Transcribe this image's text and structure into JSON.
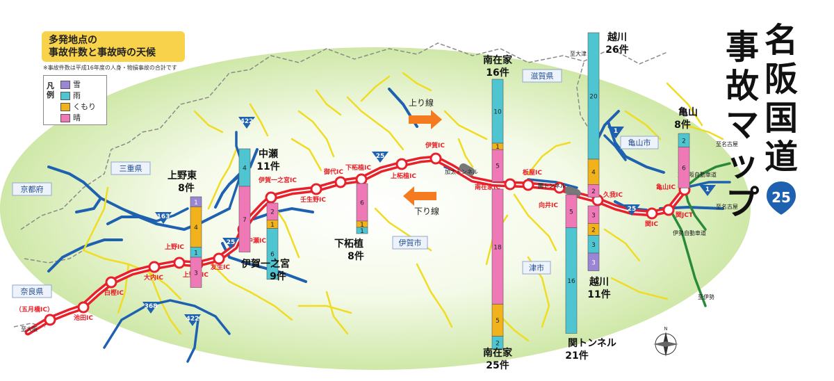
{
  "legend": {
    "title_line1": "多発地点の",
    "title_line2": "事故件数と事故時の天候",
    "note": "※事故件数は平成16年度の人身・物損事故の合計です",
    "heading": "凡例",
    "items": [
      {
        "label": "雪",
        "color": "#9a86d4"
      },
      {
        "label": "雨",
        "color": "#4ec5d0"
      },
      {
        "label": "くもり",
        "color": "#f2b21b"
      },
      {
        "label": "晴",
        "color": "#ef78b7"
      }
    ]
  },
  "title": {
    "line1": "名阪国道",
    "line2": "事故マップ",
    "route_number": "25"
  },
  "colors": {
    "snow": "#9a86d4",
    "rain": "#4ec5d0",
    "cloudy": "#f2b21b",
    "clear": "#ef78b7",
    "route": "#e8202a",
    "water": "#1e61b0",
    "road": "#f0dc22",
    "area": "#d8eeb0"
  },
  "prefectures": {
    "kyoto": "京都府",
    "mie": "三重県",
    "shiga": "滋賀県",
    "nara": "奈良県"
  },
  "cities": {
    "iga": "伊賀市",
    "tsu": "津市",
    "kameyama": "亀山市"
  },
  "directions": {
    "up": "上り線",
    "down": "下り線"
  },
  "routes": {
    "r163": "163",
    "r422_top": "422",
    "r368": "368",
    "r422_bottom": "422",
    "r25": "25",
    "r1": "1"
  },
  "interchanges": [
    {
      "name": "（五月橋IC）"
    },
    {
      "name": "池田IC"
    },
    {
      "name": "白樫IC"
    },
    {
      "name": "大内IC"
    },
    {
      "name": "上野IC"
    },
    {
      "name": "上野東IC"
    },
    {
      "name": "友生IC"
    },
    {
      "name": "中瀬IC"
    },
    {
      "name": "伊賀一之宮IC"
    },
    {
      "name": "壬生野IC"
    },
    {
      "name": "御代IC"
    },
    {
      "name": "下柘植IC"
    },
    {
      "name": "上柘植IC"
    },
    {
      "name": "伊賀IC"
    },
    {
      "name": "南在家IC"
    },
    {
      "name": "板屋IC"
    },
    {
      "name": "向井IC"
    },
    {
      "name": "関トンネル"
    },
    {
      "name": "久我IC"
    },
    {
      "name": "関IC"
    },
    {
      "name": "関JCT"
    },
    {
      "name": "亀山IC"
    }
  ],
  "labels": {
    "kabuto_tunnel": "加太トンネル",
    "to_osaka": "至大阪",
    "to_otsu": "至大津",
    "to_nagoya": "至名古屋",
    "to_ise": "至伊勢",
    "higashi_meihan": "東名阪自動車道",
    "ise_expressway": "伊勢自動車道"
  },
  "spots": [
    {
      "name": "上野東",
      "count": "8件",
      "segments": [
        {
          "weather": "snow",
          "value": 1
        },
        {
          "weather": "cloudy",
          "value": 4
        },
        {
          "weather": "rain",
          "value": 1
        },
        {
          "weather": "clear",
          "value": 3
        }
      ]
    },
    {
      "name": "中瀬",
      "count": "11件",
      "segments": [
        {
          "weather": "rain",
          "value": 4
        },
        {
          "weather": "clear",
          "value": 7
        }
      ]
    },
    {
      "name": "伊賀一之宮",
      "count": "9件",
      "segments": [
        {
          "weather": "clear",
          "value": 2
        },
        {
          "weather": "cloudy",
          "value": 1
        },
        {
          "weather": "rain",
          "value": 6
        }
      ]
    },
    {
      "name": "下柘植",
      "count": "8件",
      "segments": [
        {
          "weather": "clear",
          "value": 6
        },
        {
          "weather": "cloudy",
          "value": 1
        },
        {
          "weather": "rain",
          "value": 1
        }
      ]
    },
    {
      "name": "南在家",
      "count": "16件",
      "segments": [
        {
          "weather": "rain",
          "value": 10
        },
        {
          "weather": "cloudy",
          "value": 1
        },
        {
          "weather": "clear",
          "value": 5
        }
      ]
    },
    {
      "name": "南在家",
      "count": "25件",
      "segments": [
        {
          "weather": "clear",
          "value": 18
        },
        {
          "weather": "cloudy",
          "value": 5
        },
        {
          "weather": "rain",
          "value": 2
        }
      ]
    },
    {
      "name": "関トンネル",
      "count": "21件",
      "segments": [
        {
          "weather": "clear",
          "value": 5
        },
        {
          "weather": "rain",
          "value": 16
        }
      ]
    },
    {
      "name": "越川",
      "count": "26件",
      "segments": [
        {
          "weather": "rain",
          "value": 20
        },
        {
          "weather": "cloudy",
          "value": 4
        },
        {
          "weather": "clear",
          "value": 2
        }
      ]
    },
    {
      "name": "越川",
      "count": "11件",
      "segments": [
        {
          "weather": "clear",
          "value": 3
        },
        {
          "weather": "cloudy",
          "value": 2
        },
        {
          "weather": "rain",
          "value": 3
        },
        {
          "weather": "snow",
          "value": 3
        }
      ]
    },
    {
      "name": "亀山",
      "count": "8件",
      "segments": [
        {
          "weather": "rain",
          "value": 2
        },
        {
          "weather": "clear",
          "value": 6
        }
      ]
    }
  ]
}
